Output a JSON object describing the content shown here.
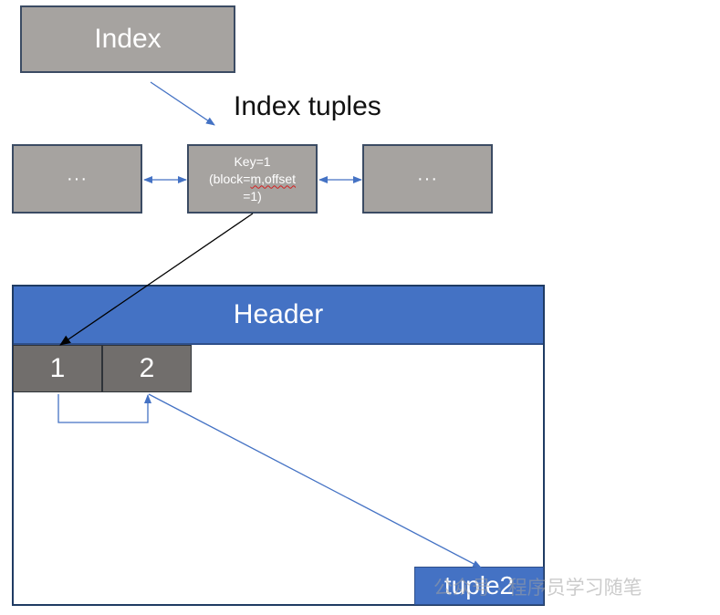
{
  "index_box": {
    "label": "Index"
  },
  "index_tuples_label": "Index tuples",
  "tuple_left": {
    "label": "···"
  },
  "tuple_center": {
    "line1": "Key=1",
    "line2_pre": "(block=",
    "line2_ul": "m,offset",
    "line3": "=1)"
  },
  "tuple_right": {
    "label": "···"
  },
  "page": {
    "header": "Header",
    "slots": [
      "1",
      "2"
    ],
    "tuple": "tuple2"
  },
  "watermark": "公众号 · 程序员学习随笔",
  "colors": {
    "box_gray": "#a6a3a0",
    "slot_gray": "#716e6c",
    "header_blue": "#4472c4",
    "arrow_blue": "#4472c4",
    "arrow_black": "#000000"
  }
}
